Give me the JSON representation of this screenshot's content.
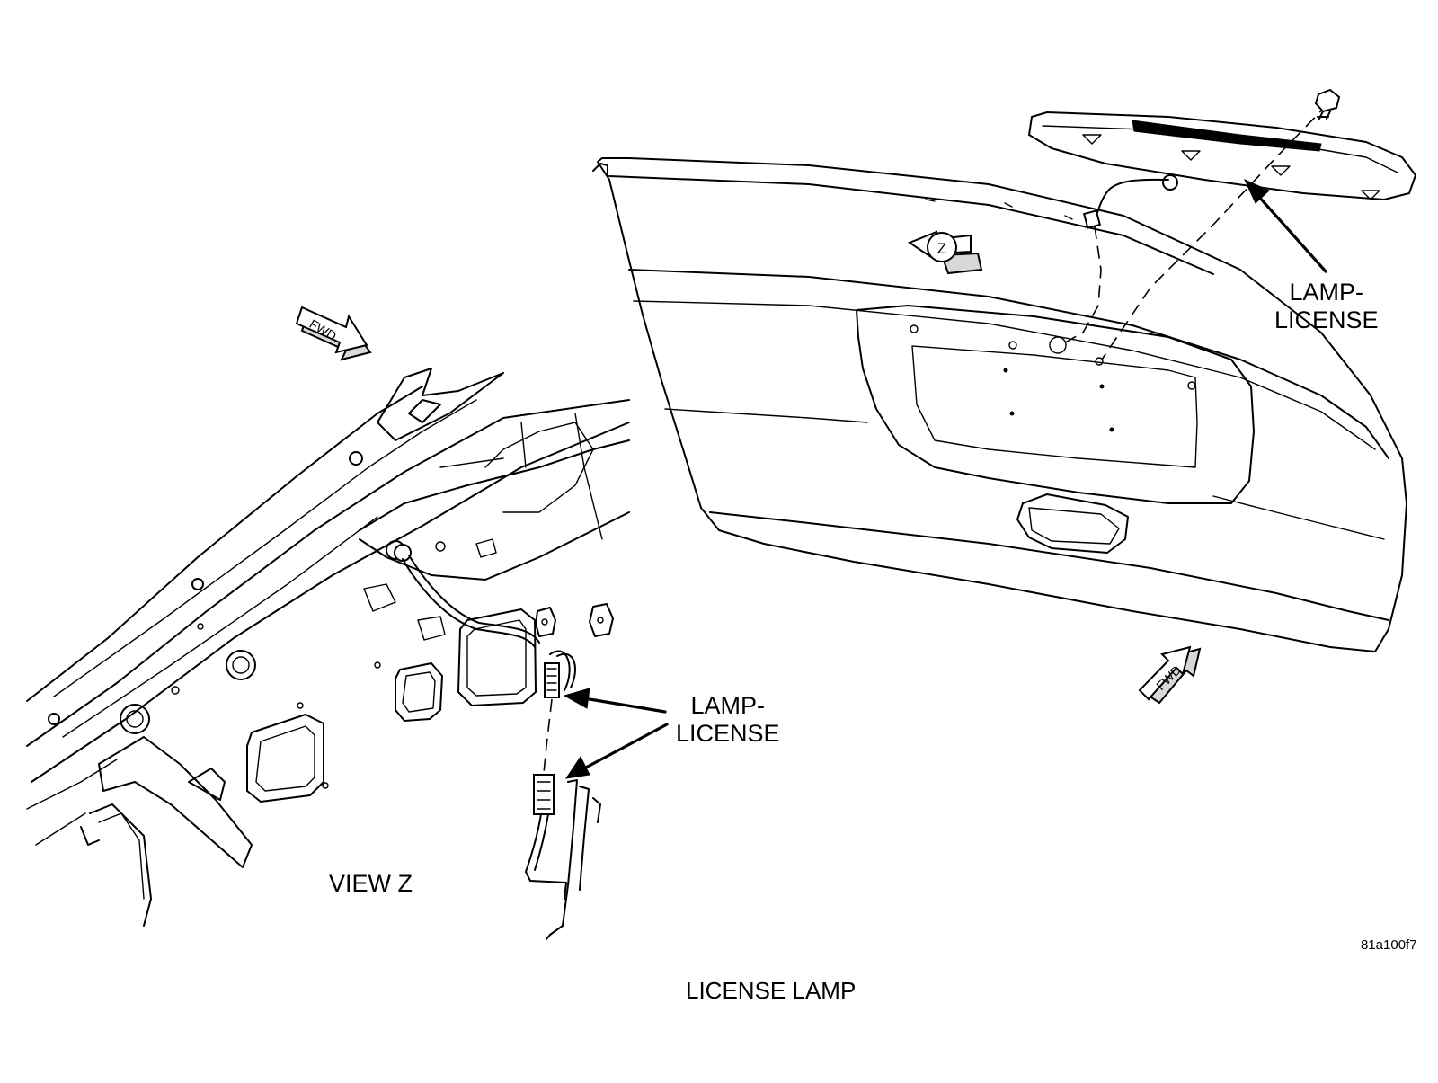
{
  "figure": {
    "caption": "LICENSE LAMP",
    "figure_code": "81a100f7"
  },
  "labels": {
    "view_label": "VIEW Z",
    "callout_left": [
      "LAMP-",
      "LICENSE"
    ],
    "callout_right": [
      "LAMP-",
      "LICENSE"
    ],
    "view_marker": "Z",
    "fwd_left": "FWD",
    "fwd_right": "FWD"
  }
}
